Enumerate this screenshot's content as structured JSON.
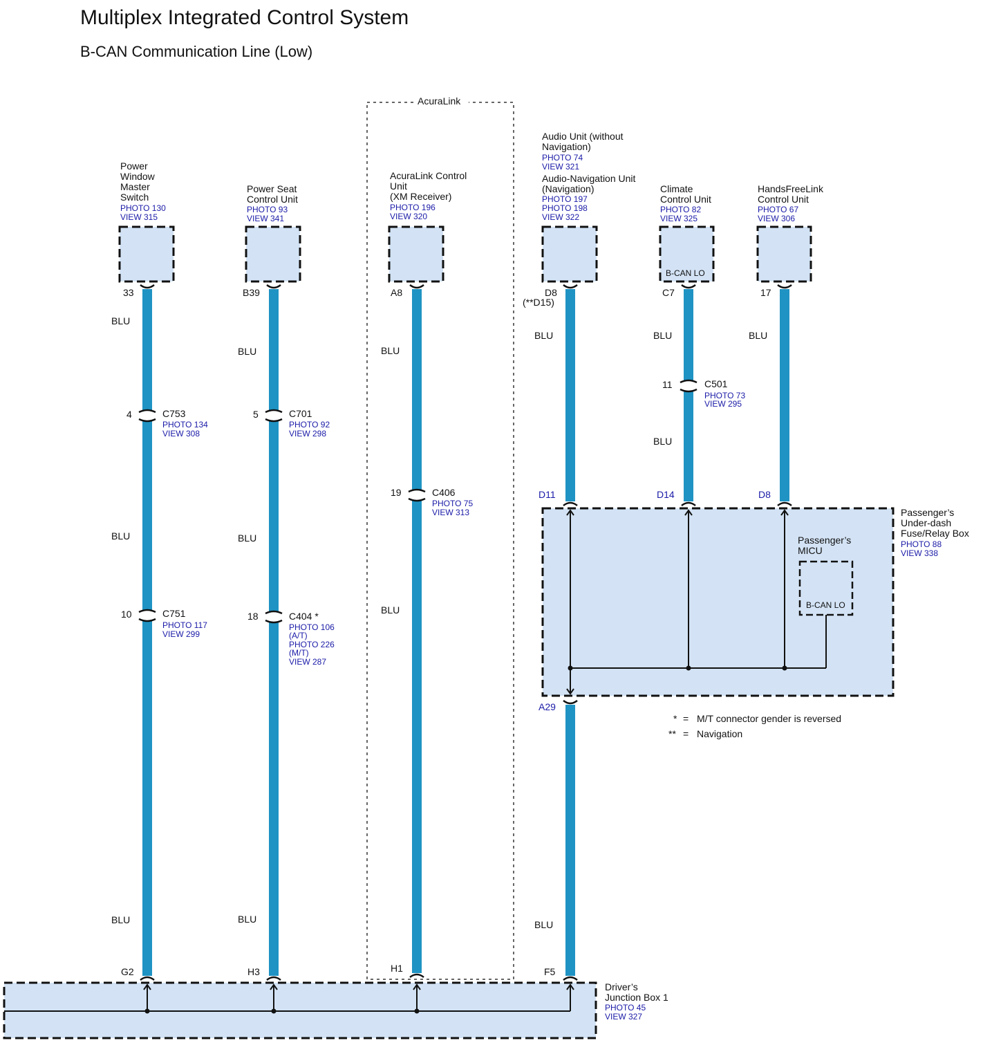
{
  "title": "Multiplex Integrated Control System",
  "subtitle": "B-CAN Communication Line (Low)",
  "acuralink_group": {
    "label": "AcuraLink"
  },
  "components": {
    "power_window": {
      "name_lines": [
        "Power",
        "Window",
        "Master",
        "Switch"
      ],
      "photo": "PHOTO 130",
      "view": "VIEW 315"
    },
    "power_seat": {
      "name_lines": [
        "Power Seat",
        "Control Unit"
      ],
      "photo": "PHOTO 93",
      "view": "VIEW 341"
    },
    "acuralink_cu": {
      "name_lines": [
        "AcuraLink Control",
        "Unit",
        "(XM Receiver)"
      ],
      "photo": "PHOTO 196",
      "view": "VIEW 320"
    },
    "audio_unit": {
      "name_lines": [
        "Audio Unit (without",
        "Navigation)"
      ],
      "photo": "PHOTO 74",
      "view": "VIEW 321"
    },
    "audio_nav": {
      "name_lines": [
        "Audio-Navigation Unit",
        "(Navigation)"
      ],
      "photo1": "PHOTO 197",
      "photo2": "PHOTO 198",
      "view": "VIEW 322"
    },
    "climate": {
      "name_lines": [
        "Climate",
        "Control Unit"
      ],
      "photo": "PHOTO 82",
      "view": "VIEW 325",
      "inner_label": "B-CAN LO"
    },
    "handsfree": {
      "name_lines": [
        "HandsFreeLink",
        "Control Unit"
      ],
      "photo": "PHOTO 67",
      "view": "VIEW 306"
    },
    "passenger_fuse": {
      "name_lines": [
        "Passenger’s",
        "Under-dash",
        "Fuse/Relay Box"
      ],
      "photo": "PHOTO 88",
      "view": "VIEW 338"
    },
    "passenger_micu": {
      "name_lines": [
        "Passenger’s",
        "MICU"
      ],
      "inner_label": "B-CAN LO"
    },
    "driver_jb": {
      "name_lines": [
        "Driver’s",
        "Junction Box 1"
      ],
      "photo": "PHOTO 45",
      "view": "VIEW 327"
    }
  },
  "pins": {
    "pw_top": "33",
    "pw_bottom": "G2",
    "ps_top": "B39",
    "ps_bottom": "H3",
    "al_top": "A8",
    "al_bottom": "H1",
    "au_top": "D8",
    "au_top_alt": "(**D15)",
    "au_fuse": "D11",
    "au_fuse_out": "A29",
    "au_bottom": "F5",
    "cl_top": "C7",
    "cl_fuse": "D14",
    "hf_top": "17",
    "hf_fuse": "D8"
  },
  "wire_colors": {
    "pw_1": "BLU",
    "pw_2": "BLU",
    "pw_3": "BLU",
    "ps_1": "BLU",
    "ps_2": "BLU",
    "ps_3": "BLU",
    "al_1": "BLU",
    "al_2": "BLU",
    "au_1": "BLU",
    "au_2": "BLU",
    "cl_1": "BLU",
    "cl_2": "BLU",
    "hf_1": "BLU"
  },
  "connectors": {
    "c753": {
      "pin": "4",
      "name": "C753",
      "photo": "PHOTO 134",
      "view": "VIEW 308"
    },
    "c751": {
      "pin": "10",
      "name": "C751",
      "photo": "PHOTO 117",
      "view": "VIEW 299"
    },
    "c701": {
      "pin": "5",
      "name": "C701",
      "photo": "PHOTO 92",
      "view": "VIEW 298"
    },
    "c404": {
      "pin": "18",
      "name": "C404 *",
      "photo_at": "PHOTO 106",
      "at": "(A/T)",
      "photo_mt": "PHOTO 226",
      "mt": "(M/T)",
      "view": "VIEW 287"
    },
    "c406": {
      "pin": "19",
      "name": "C406",
      "photo": "PHOTO 75",
      "view": "VIEW 313"
    },
    "c501": {
      "pin": "11",
      "name": "C501",
      "photo": "PHOTO 73",
      "view": "VIEW 295"
    }
  },
  "notes": [
    {
      "sym": "*",
      "eq": "=",
      "text": "M/T connector gender is reversed"
    },
    {
      "sym": "**",
      "eq": "=",
      "text": "Navigation"
    }
  ],
  "colors": {
    "wire": "#1f93c3",
    "box_fill": "#d3e3f5",
    "ref_text": "#1a1aa8"
  }
}
